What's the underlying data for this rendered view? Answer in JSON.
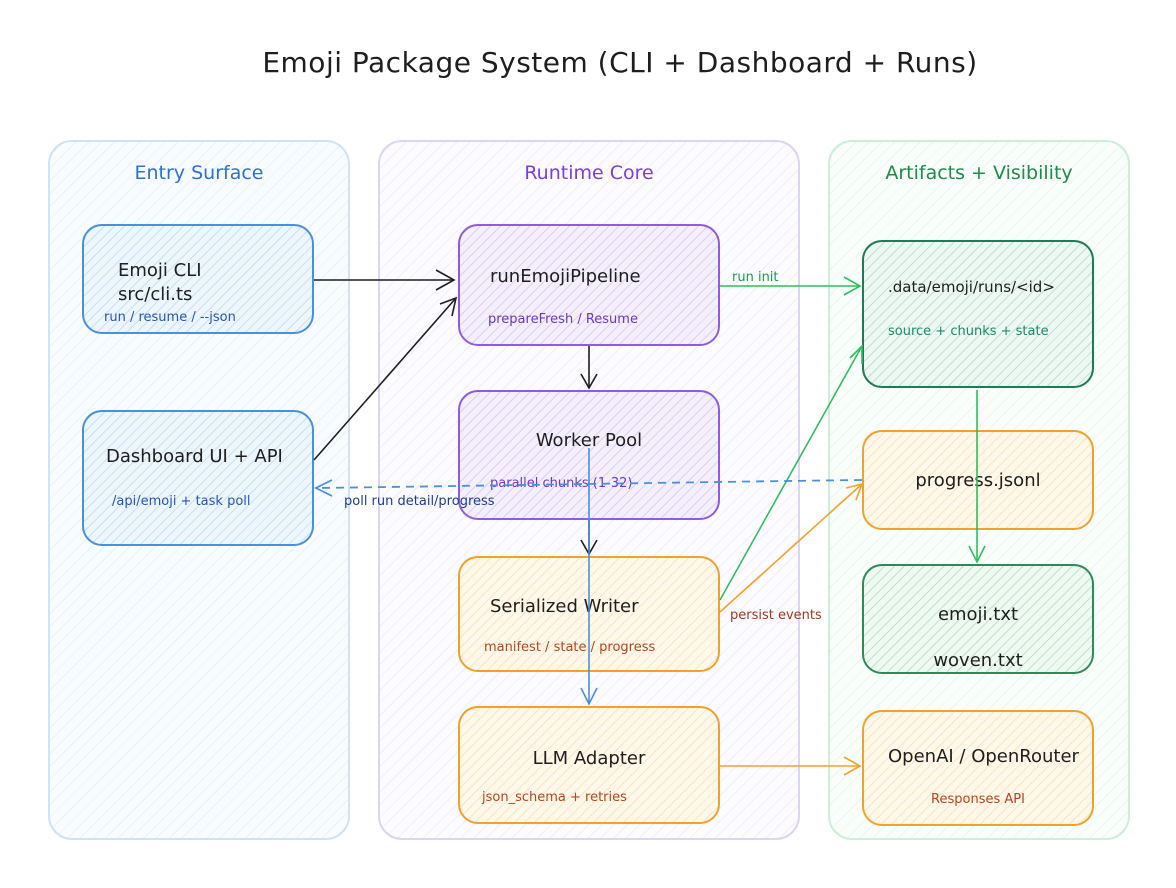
{
  "title": "Emoji Package System (CLI + Dashboard + Runs)",
  "lanes": {
    "entry": "Entry Surface",
    "runtime": "Runtime Core",
    "artifacts": "Artifacts + Visibility"
  },
  "nodes": {
    "cli": {
      "line1": "Emoji CLI",
      "line2": "src/cli.ts",
      "sub": "run / resume / --json"
    },
    "dashboard": {
      "main": "Dashboard UI + API",
      "sub": "/api/emoji + task poll"
    },
    "pipeline": {
      "main": "runEmojiPipeline",
      "sub": "prepareFresh / Resume"
    },
    "pool": {
      "main": "Worker Pool",
      "sub": "parallel chunks (1-32)"
    },
    "writer": {
      "main": "Serialized Writer",
      "sub": "manifest / state / progress"
    },
    "llm": {
      "main": "LLM Adapter",
      "sub": "json_schema + retries"
    },
    "runs_dir": {
      "main": ".data/emoji/runs/<id>",
      "sub": "source + chunks + state"
    },
    "progress": {
      "main": "progress.jsonl"
    },
    "outputs": {
      "line1": "emoji.txt",
      "line2": "woven.txt"
    },
    "openai": {
      "main": "OpenAI / OpenRouter",
      "sub": "Responses API"
    }
  },
  "edge_labels": {
    "run_init": "run init",
    "poll": "poll run detail/progress",
    "persist": "persist events"
  },
  "colors": {
    "blue": "#4a90dc",
    "purple": "#8f5ce0",
    "orange": "#f2a12b",
    "green": "#2fbf5e",
    "dark": "#1e1e1e"
  }
}
